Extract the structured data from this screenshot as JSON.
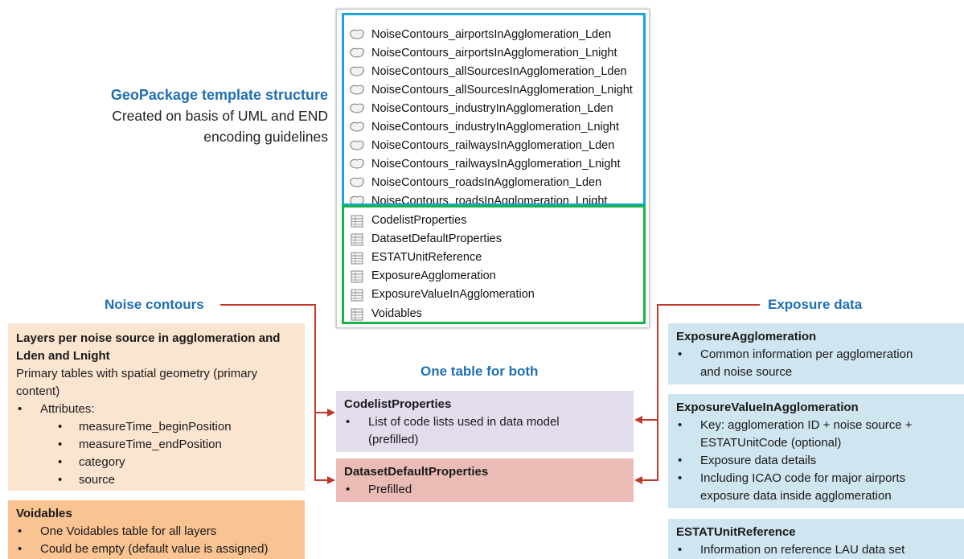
{
  "title": {
    "main": "GeoPackage template structure",
    "subtitle_line1": "Created on basis of UML and END",
    "subtitle_line2": "encoding guidelines"
  },
  "layers": {
    "noise_contours": [
      "NoiseContours_airportsInAgglomeration_Lden",
      "NoiseContours_airportsInAgglomeration_Lnight",
      "NoiseContours_allSourcesInAgglomeration_Lden",
      "NoiseContours_allSourcesInAgglomeration_Lnight",
      "NoiseContours_industryInAgglomeration_Lden",
      "NoiseContours_industryInAgglomeration_Lnight",
      "NoiseContours_railwaysInAgglomeration_Lden",
      "NoiseContours_railwaysInAgglomeration_Lnight",
      "NoiseContours_roadsInAgglomeration_Lden",
      "NoiseContours_roadsInAgglomeration_Lnight"
    ],
    "tables": [
      "CodelistProperties",
      "DatasetDefaultProperties",
      "ESTATUnitReference",
      "ExposureAgglomeration",
      "ExposureValueInAgglomeration",
      "Voidables"
    ]
  },
  "headings": {
    "noise_contours": "Noise contours",
    "exposure_data": "Exposure data",
    "one_table": "One table for both"
  },
  "noise_box": {
    "title_line1": "Layers per noise source in agglomeration and",
    "title_line2": "Lden and Lnight",
    "text_line1": "Primary tables with spatial geometry (primary",
    "text_line2": "content)",
    "attributes_label": "Attributes:",
    "attributes": [
      "measureTime_beginPosition",
      "measureTime_endPosition",
      "category",
      "source"
    ]
  },
  "voidables_box": {
    "title": "Voidables",
    "bullets": [
      "One Voidables table for all layers",
      "Could be empty (default value is assigned)"
    ]
  },
  "codelist_box": {
    "title": "CodelistProperties",
    "bullet_line1": "List of code lists used in data model",
    "bullet_line2": "(prefilled)"
  },
  "dataset_box": {
    "title": "DatasetDefaultProperties",
    "bullet": "Prefilled"
  },
  "exposure_agg_box": {
    "title": "ExposureAgglomeration",
    "bullet_line1": "Common information per agglomeration",
    "bullet_line2": "and noise source"
  },
  "exposure_val_box": {
    "title": "ExposureValueInAgglomeration",
    "b1_line1": "Key: agglomeration ID + noise source +",
    "b1_line2": "ESTATUnitCode (optional)",
    "b2": "Exposure data details",
    "b3_line1": "Including ICAO code for major airports",
    "b3_line2": "exposure data inside agglomeration"
  },
  "estat_box": {
    "title": "ESTATUnitReference",
    "bullet": "Information on reference LAU data set"
  },
  "colors": {
    "heading_blue": "#1f6fb4",
    "arrow_red": "#c0392b",
    "outline_blue": "#1aa3e0",
    "outline_green": "#1ab24a"
  }
}
